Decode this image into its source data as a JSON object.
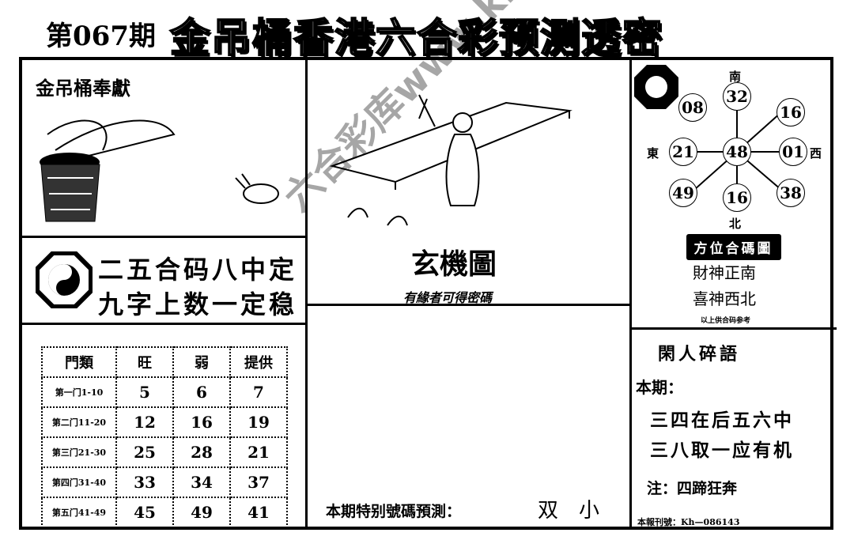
{
  "header": {
    "issue": "第067期",
    "title": "金吊桶香港六合彩预测透密"
  },
  "left": {
    "tribute": "金吊桶奉獻",
    "verse": [
      "二五合码八中定",
      "九字上数一定稳"
    ],
    "table": {
      "headers": [
        "門類",
        "旺",
        "弱",
        "提供"
      ],
      "rows": [
        {
          "name": "第一门1-10",
          "values": [
            "5",
            "6",
            "7"
          ]
        },
        {
          "name": "第二门11-20",
          "values": [
            "12",
            "16",
            "19"
          ]
        },
        {
          "name": "第三门21-30",
          "values": [
            "25",
            "28",
            "21"
          ]
        },
        {
          "name": "第四门31-40",
          "values": [
            "33",
            "34",
            "37"
          ]
        },
        {
          "name": "第五门41-49",
          "values": [
            "45",
            "49",
            "41"
          ]
        }
      ]
    }
  },
  "middle": {
    "picture_title": "玄機圖",
    "picture_sub": "有緣者可得密碼",
    "special_label": "本期特别號碼預測：",
    "special_value": "双　小"
  },
  "right": {
    "compass": {
      "south": "南",
      "north": "北",
      "east": "東",
      "west": "西",
      "center": "48",
      "n": "32",
      "s": "16",
      "e": "01",
      "w": "21",
      "ne": "16",
      "nw": "08",
      "se": "38",
      "sw": "49"
    },
    "direction_title": "方位合碼圖",
    "god1": "財神正南",
    "god2": "喜神西北",
    "note": "以上供合码参考",
    "chat_title": "閑人碎語",
    "this_issue": "本期：",
    "lines": [
      "三四在后五六中",
      "三八取一应有机"
    ],
    "hint": "注：四蹄狂奔",
    "code": "本報刊號：Kh—086143"
  },
  "watermark": "六合彩库www.kh.com"
}
